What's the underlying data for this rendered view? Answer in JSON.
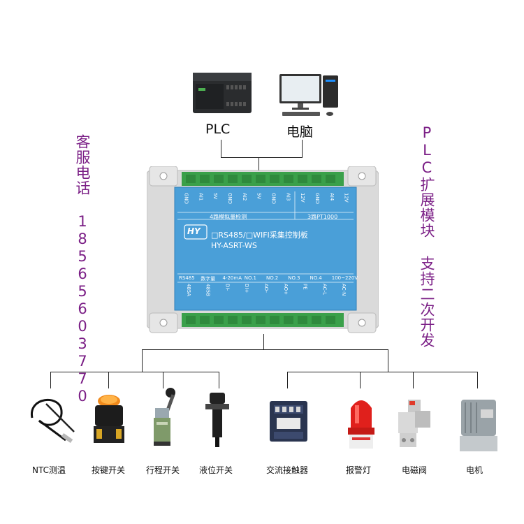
{
  "top": {
    "plc_label": "PLC",
    "pc_label": "电脑"
  },
  "side": {
    "left_text": "客服电话 18565603770",
    "right_text": "PLC扩展模块 支持二次开发"
  },
  "board": {
    "logo": "HY",
    "title": "□RS485/□WIFI采集控制板",
    "model": "HY-ASRT-WS",
    "top_pins": [
      "GND",
      "AI1",
      "5V",
      "GND",
      "AI2",
      "5V",
      "GND",
      "AI3",
      "12V",
      "GND",
      "AI4",
      "12V"
    ],
    "top_section_left": "4路模拟量检测",
    "top_section_right": "3路PT1000",
    "bottom_groups": [
      "RS485",
      "数字量",
      "4-20mA",
      "NO.1",
      "NO.2",
      "NO.3",
      "NO.4",
      "100~220V"
    ],
    "bottom_pins": [
      "485A",
      "485B",
      "DI-",
      "DI+",
      "AO-",
      "AO+",
      "PE",
      "AC-L",
      "AC-N"
    ]
  },
  "devices": [
    {
      "label": "NTC测温",
      "icon": "ntc-sensor-icon"
    },
    {
      "label": "按键开关",
      "icon": "push-button-icon"
    },
    {
      "label": "行程开关",
      "icon": "limit-switch-icon"
    },
    {
      "label": "液位开关",
      "icon": "level-switch-icon"
    },
    {
      "label": "交流接触器",
      "icon": "contactor-icon"
    },
    {
      "label": "报警灯",
      "icon": "alarm-light-icon"
    },
    {
      "label": "电磁阀",
      "icon": "solenoid-valve-icon"
    },
    {
      "label": "电机",
      "icon": "motor-icon"
    }
  ]
}
